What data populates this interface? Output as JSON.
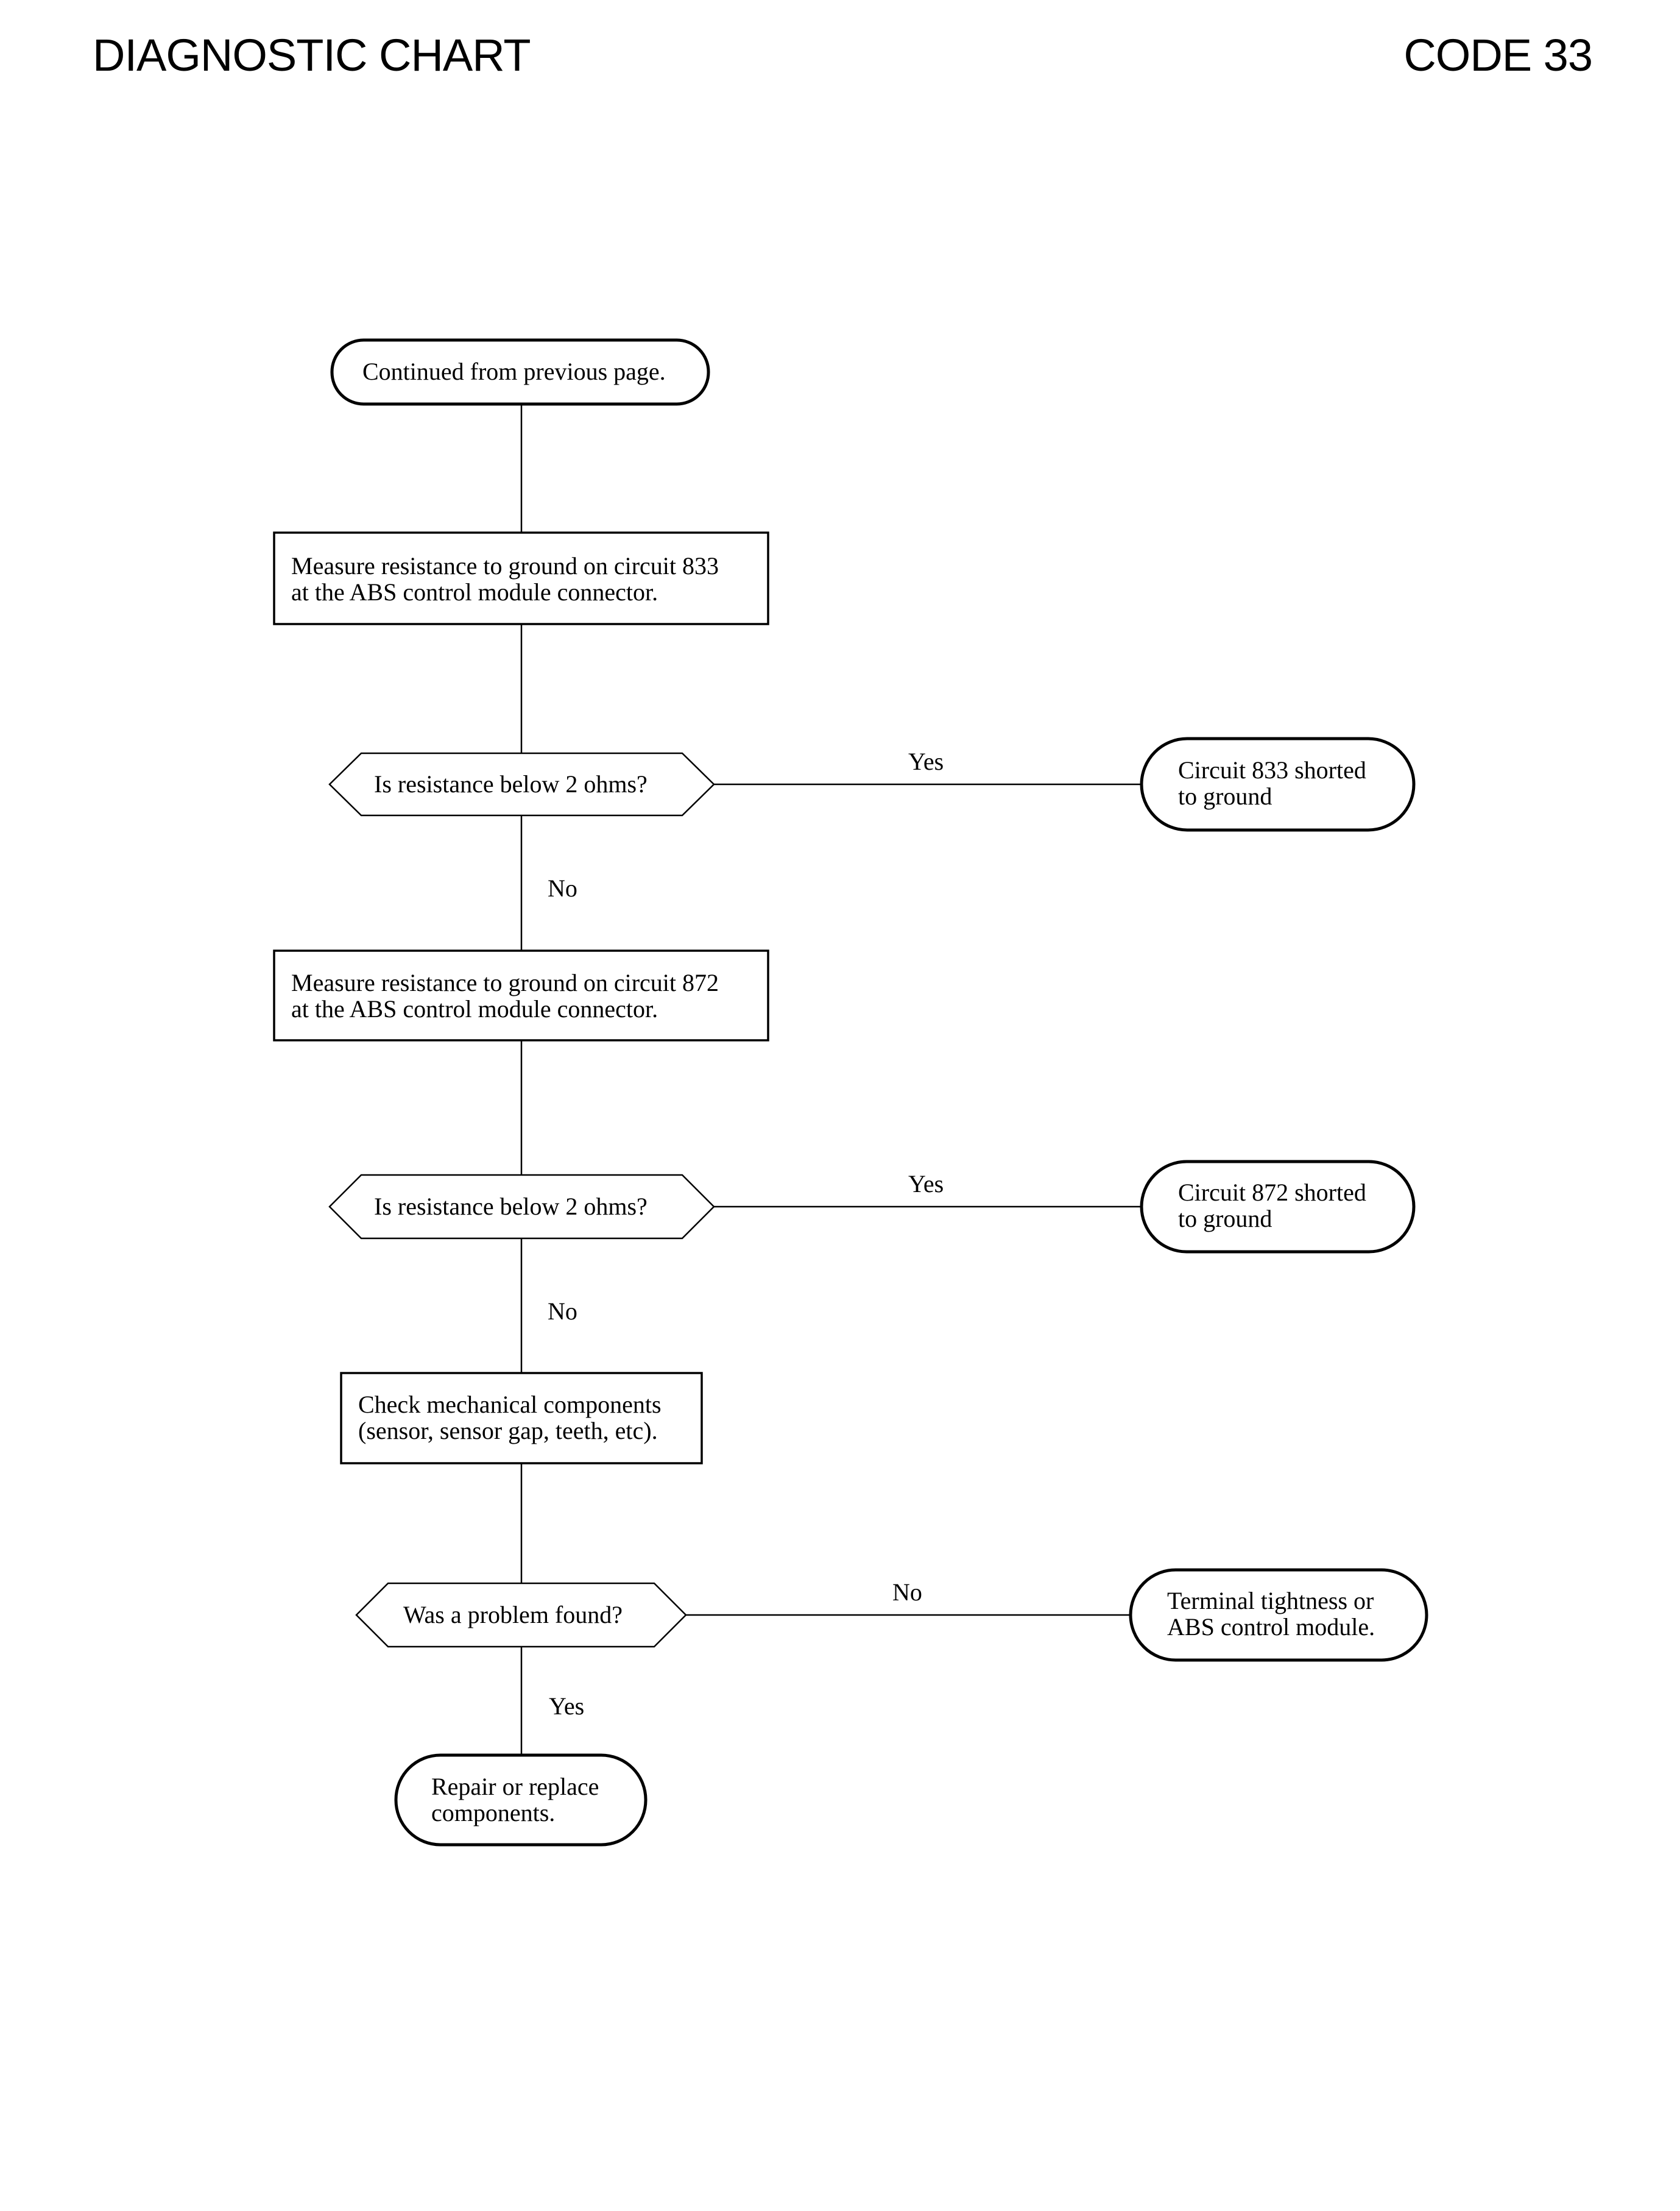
{
  "header": {
    "title": "DIAGNOSTIC CHART",
    "code": "CODE 33"
  },
  "flow": {
    "start": [
      "Continued from previous page."
    ],
    "step1": [
      "Measure resistance to ground on circuit 833",
      "at the ABS control module connector."
    ],
    "decision1": [
      "Is resistance below 2 ohms?"
    ],
    "result1": [
      "Circuit 833 shorted",
      "to ground"
    ],
    "step2": [
      "Measure resistance to ground on circuit 872",
      "at the ABS control module connector."
    ],
    "decision2": [
      "Is resistance below 2 ohms?"
    ],
    "result2": [
      "Circuit 872 shorted",
      "to ground"
    ],
    "step3": [
      "Check mechanical components",
      "(sensor, sensor gap, teeth, etc)."
    ],
    "decision3": [
      "Was a problem found?"
    ],
    "result3": [
      "Terminal tightness or",
      "ABS control module."
    ],
    "end": [
      "Repair or replace",
      "components."
    ]
  },
  "edge_labels": {
    "d1_yes": "Yes",
    "d1_no": "No",
    "d2_yes": "Yes",
    "d2_no": "No",
    "d3_no": "No",
    "d3_yes": "Yes"
  }
}
